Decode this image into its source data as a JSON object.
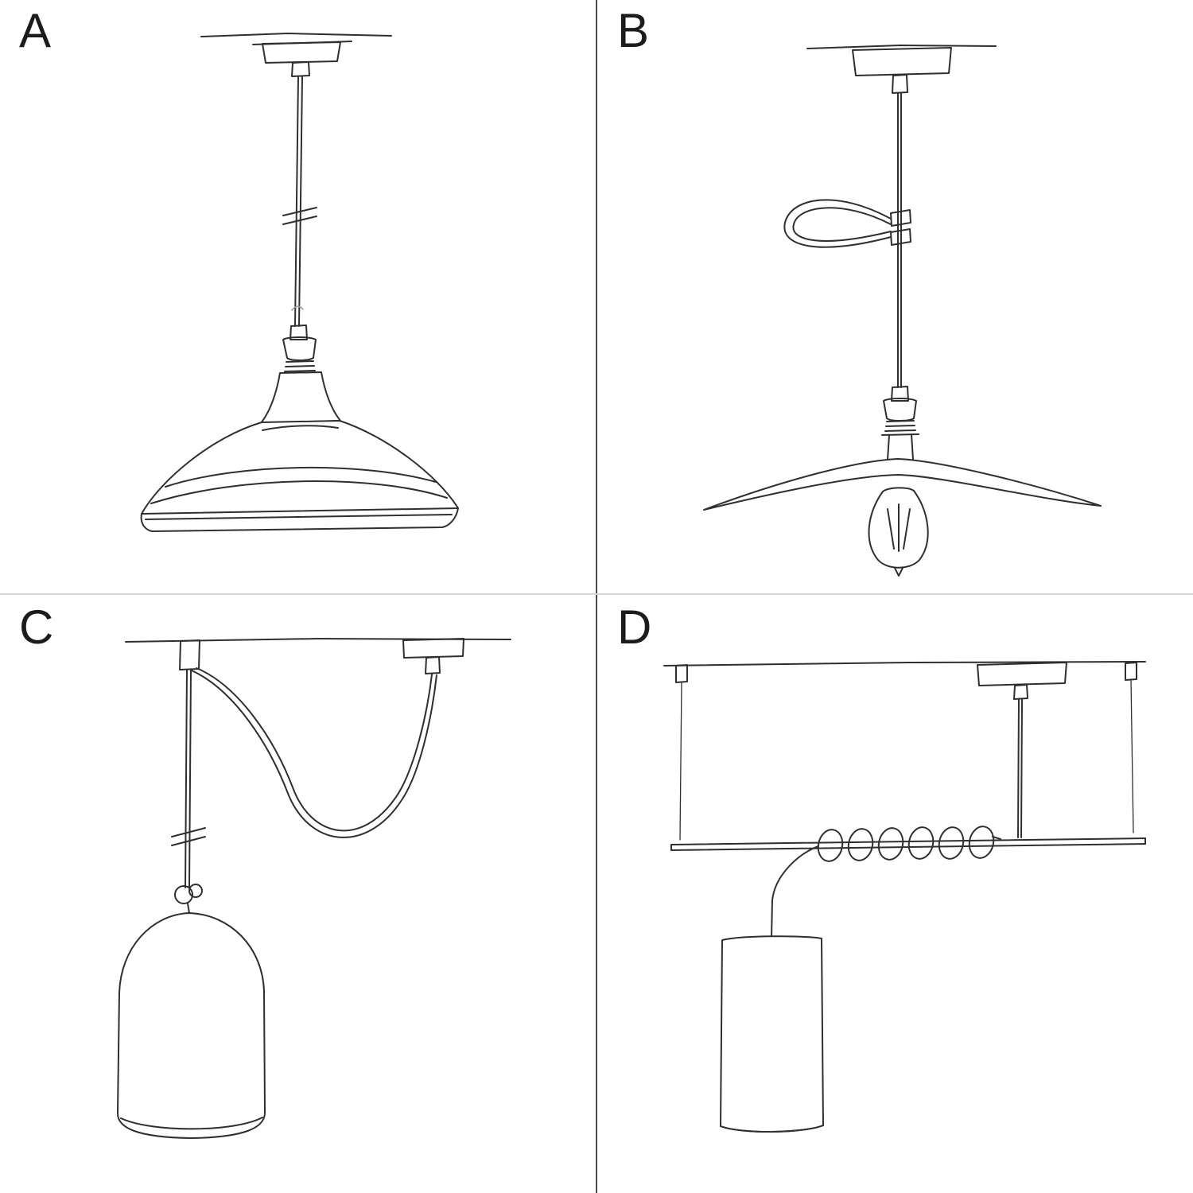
{
  "title": "pendant-lamp-installation-options",
  "panels": [
    {
      "label": "A",
      "illustration": "pendant-cable-industrial-bowl-shade-sketch"
    },
    {
      "label": "B",
      "illustration": "pendant-cable-tensioner-flat-plate-shade-bulb-sketch"
    },
    {
      "label": "C",
      "illustration": "swag-hook-pendant-knot-bell-shade-sketch"
    },
    {
      "label": "D",
      "illustration": "suspended-bar-wrapped-cable-tube-shade-sketch"
    }
  ],
  "colors": {
    "background": "#ffffff",
    "line": "#2f2f2f",
    "divider_vertical": "#4a4a4a",
    "divider_horizontal": "#d7d7d7",
    "label": "#1c1c1c"
  }
}
